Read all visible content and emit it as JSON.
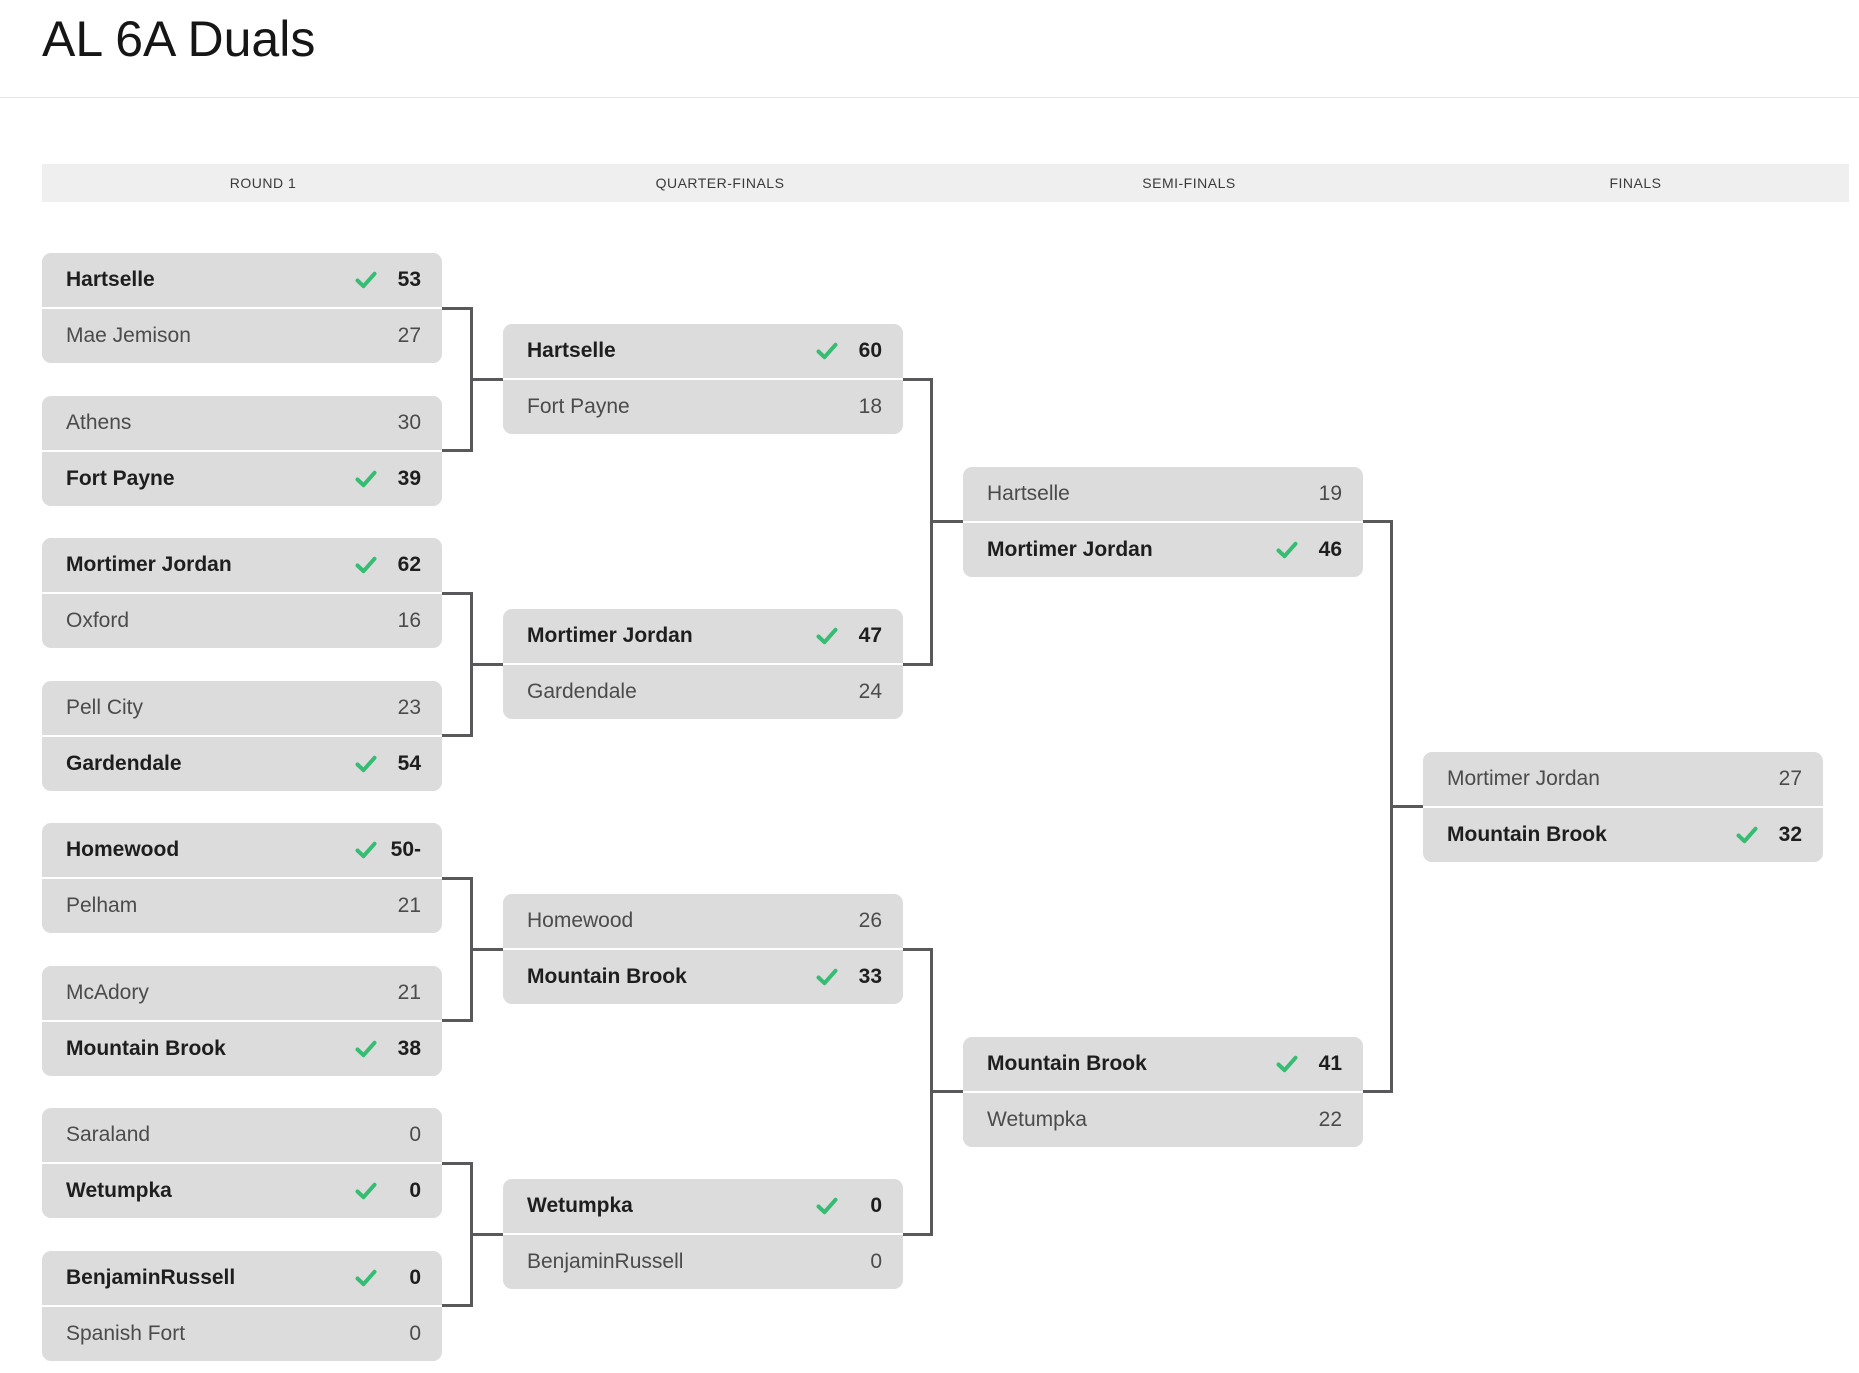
{
  "title": "AL 6A Duals",
  "colors": {
    "accent_green": "#36bd73",
    "row_bg": "#dcdcdc",
    "header_bg": "#efefef",
    "connector": "#59595b",
    "winner_text": "#1e1e1e",
    "loser_text": "#4b4b4b"
  },
  "icons": {
    "winner_check_glyph": "✓"
  },
  "rounds": [
    {
      "label": "ROUND 1",
      "matches": [
        {
          "teams": [
            {
              "name": "Hartselle",
              "score": "53",
              "winner": true
            },
            {
              "name": "Mae Jemison",
              "score": "27",
              "winner": false
            }
          ]
        },
        {
          "teams": [
            {
              "name": "Athens",
              "score": "30",
              "winner": false
            },
            {
              "name": "Fort Payne",
              "score": "39",
              "winner": true
            }
          ]
        },
        {
          "teams": [
            {
              "name": "Mortimer Jordan",
              "score": "62",
              "winner": true
            },
            {
              "name": "Oxford",
              "score": "16",
              "winner": false
            }
          ]
        },
        {
          "teams": [
            {
              "name": "Pell City",
              "score": "23",
              "winner": false
            },
            {
              "name": "Gardendale",
              "score": "54",
              "winner": true
            }
          ]
        },
        {
          "teams": [
            {
              "name": "Homewood",
              "score": "50-",
              "winner": true
            },
            {
              "name": "Pelham",
              "score": "21",
              "winner": false
            }
          ]
        },
        {
          "teams": [
            {
              "name": "McAdory",
              "score": "21",
              "winner": false
            },
            {
              "name": "Mountain Brook",
              "score": "38",
              "winner": true
            }
          ]
        },
        {
          "teams": [
            {
              "name": "Saraland",
              "score": "0",
              "winner": false
            },
            {
              "name": "Wetumpka",
              "score": "0",
              "winner": true
            }
          ]
        },
        {
          "teams": [
            {
              "name": "BenjaminRussell",
              "score": "0",
              "winner": true
            },
            {
              "name": "Spanish Fort",
              "score": "0",
              "winner": false
            }
          ]
        }
      ]
    },
    {
      "label": "QUARTER-FINALS",
      "matches": [
        {
          "teams": [
            {
              "name": "Hartselle",
              "score": "60",
              "winner": true
            },
            {
              "name": "Fort Payne",
              "score": "18",
              "winner": false
            }
          ]
        },
        {
          "teams": [
            {
              "name": "Mortimer Jordan",
              "score": "47",
              "winner": true
            },
            {
              "name": "Gardendale",
              "score": "24",
              "winner": false
            }
          ]
        },
        {
          "teams": [
            {
              "name": "Homewood",
              "score": "26",
              "winner": false
            },
            {
              "name": "Mountain Brook",
              "score": "33",
              "winner": true
            }
          ]
        },
        {
          "teams": [
            {
              "name": "Wetumpka",
              "score": "0",
              "winner": true
            },
            {
              "name": "BenjaminRussell",
              "score": "0",
              "winner": false
            }
          ]
        }
      ]
    },
    {
      "label": "SEMI-FINALS",
      "matches": [
        {
          "teams": [
            {
              "name": "Hartselle",
              "score": "19",
              "winner": false
            },
            {
              "name": "Mortimer Jordan",
              "score": "46",
              "winner": true
            }
          ]
        },
        {
          "teams": [
            {
              "name": "Mountain Brook",
              "score": "41",
              "winner": true
            },
            {
              "name": "Wetumpka",
              "score": "22",
              "winner": false
            }
          ]
        }
      ]
    },
    {
      "label": "FINALS",
      "matches": [
        {
          "teams": [
            {
              "name": "Mortimer Jordan",
              "score": "27",
              "winner": false
            },
            {
              "name": "Mountain Brook",
              "score": "32",
              "winner": true
            }
          ]
        }
      ]
    }
  ]
}
